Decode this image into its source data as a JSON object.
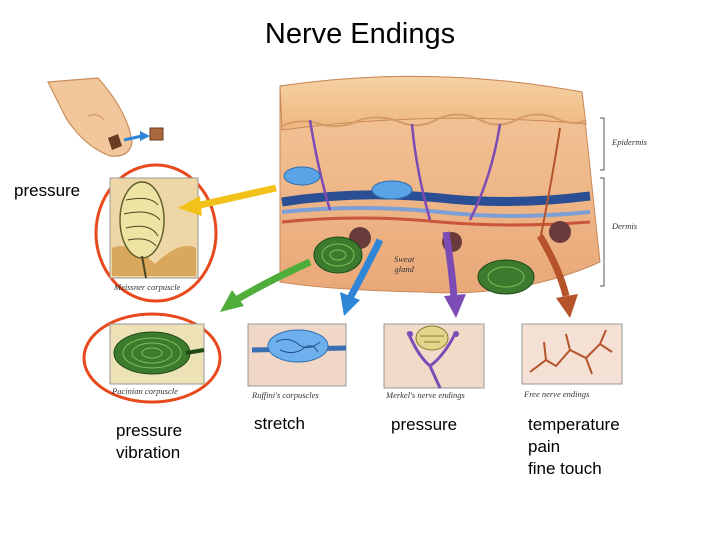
{
  "title": "Nerve Endings",
  "labels": {
    "left_pressure": "pressure",
    "pacinian_1": "pressure",
    "pacinian_2": "vibration",
    "ruffini": "stretch",
    "merkel": "pressure",
    "free_1": "temperature",
    "free_2": "pain",
    "free_3": "fine touch"
  },
  "figure_labels": {
    "epidermis": "Epidermis",
    "dermis": "Dermis",
    "sweat_1": "Sweat",
    "sweat_2": "gland",
    "meissner": "Meissner corpuscle",
    "pacinian": "Pacinian corpuscle",
    "ruffini": "Ruffini's corpuscles",
    "merkel": "Merkel's nerve endings",
    "free": "Free nerve endings"
  },
  "colors": {
    "circle": "#e8491d",
    "arrow_yellow": "#f2c21b",
    "arrow_green": "#4fae3a",
    "arrow_blue": "#2f86d6",
    "arrow_purple": "#7c4bb5",
    "arrow_brown": "#b5532b",
    "skin": "#f1bf86"
  }
}
